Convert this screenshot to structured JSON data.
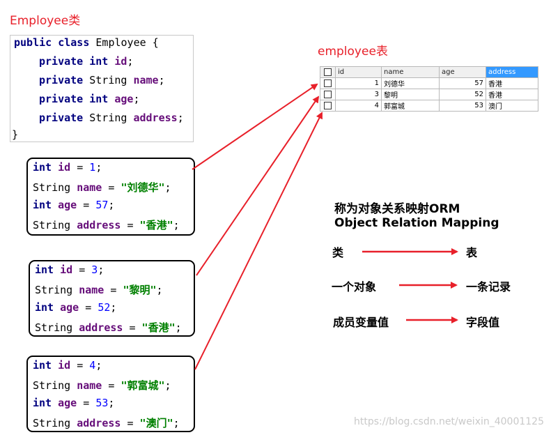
{
  "class_title": "Employee类",
  "table_title": "employee表",
  "class_code": {
    "line1": {
      "kw1": "public",
      "kw2": "class",
      "name": "Employee",
      "brace": "{"
    },
    "fields": [
      {
        "mod": "private",
        "type": "int",
        "name": "id"
      },
      {
        "mod": "private",
        "type": "String",
        "name": "name"
      },
      {
        "mod": "private",
        "type": "int",
        "name": "age"
      },
      {
        "mod": "private",
        "type": "String",
        "name": "address"
      }
    ],
    "close": "}"
  },
  "objects": [
    {
      "id": "1",
      "name": "刘德华",
      "age": "57",
      "address": "香港"
    },
    {
      "id": "3",
      "name": "黎明",
      "age": "52",
      "address": "香港"
    },
    {
      "id": "4",
      "name": "郭富城",
      "age": "53",
      "address": "澳门"
    }
  ],
  "table": {
    "columns": [
      "id",
      "name",
      "age",
      "address"
    ],
    "rows": [
      {
        "id": "1",
        "name": "刘德华",
        "age": "57",
        "address": "香港"
      },
      {
        "id": "3",
        "name": "黎明",
        "age": "52",
        "address": "香港"
      },
      {
        "id": "4",
        "name": "郭富城",
        "age": "53",
        "address": "澳门"
      }
    ]
  },
  "orm": {
    "heading1": "称为对象关系映射ORM",
    "heading2": "Object Relation Mapping",
    "mappings": [
      {
        "left": "类",
        "right": "表"
      },
      {
        "left": "一个对象",
        "right": "一条记录"
      },
      {
        "left": "成员变量值",
        "right": "字段值"
      }
    ]
  },
  "watermark": "https://blog.csdn.net/weixin_40001125",
  "colors": {
    "arrow": "#e8202a",
    "title": "#e8202a",
    "header_selected": "#3399ff"
  }
}
